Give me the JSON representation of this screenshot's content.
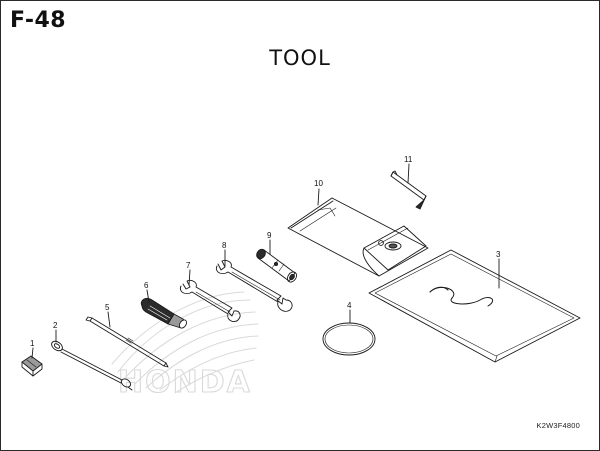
{
  "page": {
    "code": "F-48",
    "title": "TOOL",
    "drawing_code": "K2W3F4800"
  },
  "watermark": {
    "text": "HONDA"
  },
  "callouts": [
    {
      "number": "1",
      "part": "wrench-clip"
    },
    {
      "number": "2",
      "part": "pin-spanner"
    },
    {
      "number": "3",
      "part": "tool-bag-sheet"
    },
    {
      "number": "4",
      "part": "rubber-band"
    },
    {
      "number": "5",
      "part": "screwdriver-shaft"
    },
    {
      "number": "6",
      "part": "screwdriver-grip"
    },
    {
      "number": "7",
      "part": "open-end-wrench-small"
    },
    {
      "number": "8",
      "part": "open-end-wrench-large"
    },
    {
      "number": "9",
      "part": "spark-plug-wrench"
    },
    {
      "number": "10",
      "part": "tool-pouch"
    },
    {
      "number": "11",
      "part": "hex-key"
    }
  ],
  "colors": {
    "line": "#1a1a1a",
    "watermark": "#d9d9d9",
    "fill_dark": "#2b2b2b",
    "fill_mid": "#9a9a9a"
  }
}
